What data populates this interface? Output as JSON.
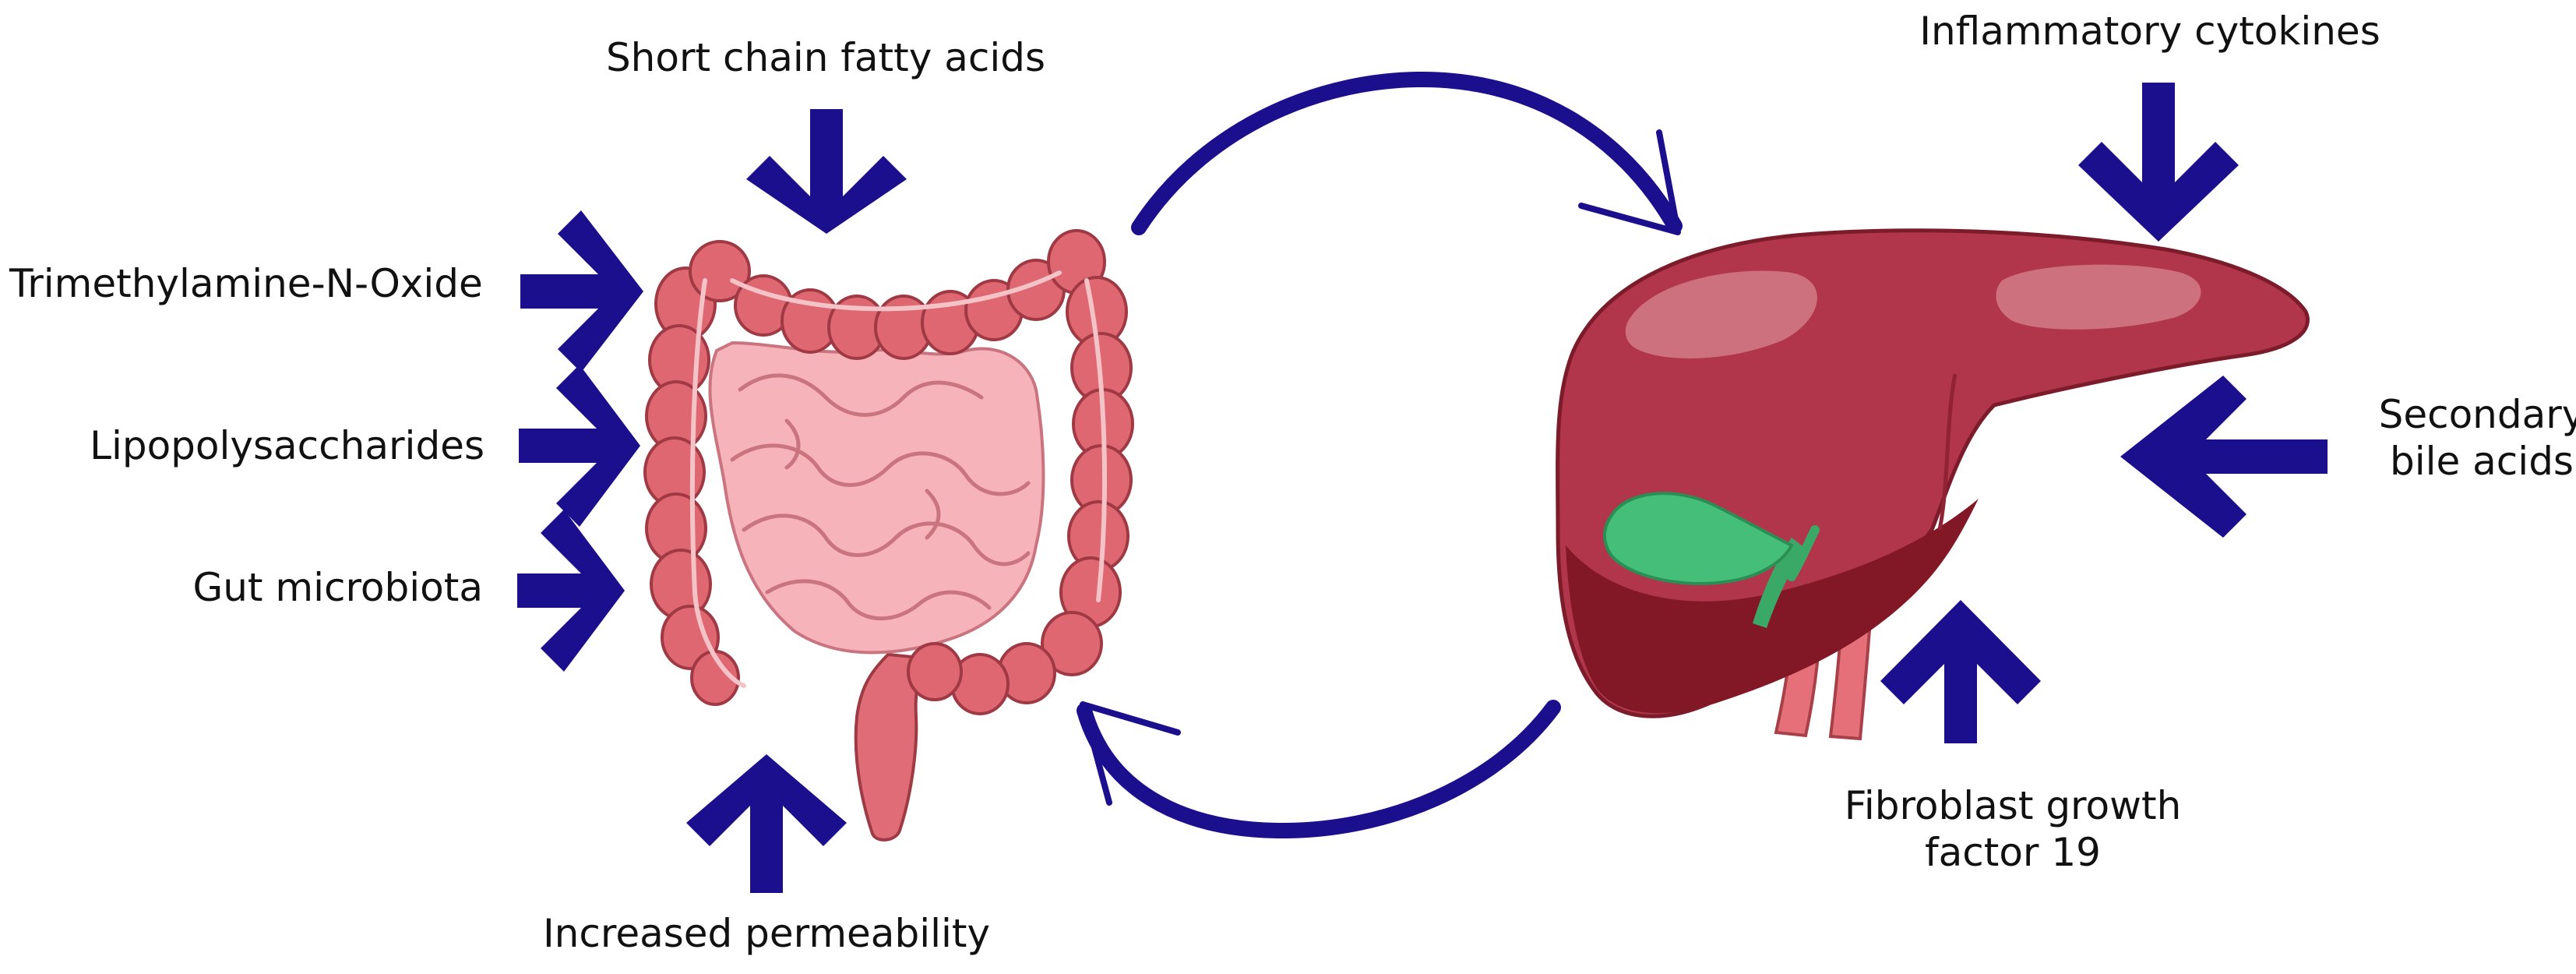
{
  "colors": {
    "arrow": "#1c0f8e",
    "liver": "#b0344a",
    "liver_dark": "#7a1422",
    "gallbladder": "#44bf7a",
    "colon": "#dd6670",
    "small_intestine": "#f5b2b7"
  },
  "labels": {
    "short_chain_fatty_acids": "Short chain fatty acids",
    "trimethylamine_n_oxide": "Trimethylamine-N-Oxide",
    "lipopolysaccharides": "Lipopolysaccharides",
    "gut_microbiota": "Gut microbiota",
    "increased_permeability": "Increased permeability",
    "inflammatory_cytokines": "Inflammatory cytokines",
    "secondary_bile_acids": [
      "Secondary",
      "bile acids"
    ],
    "fibroblast_growth_factor_19": [
      "Fibroblast growth",
      "factor 19"
    ]
  },
  "organs": {
    "intestine": "intestine",
    "liver": "liver"
  },
  "icons": {
    "influence_arrow": "chevron-arrow-icon",
    "flow_arrow": "curved-arrow-icon"
  }
}
